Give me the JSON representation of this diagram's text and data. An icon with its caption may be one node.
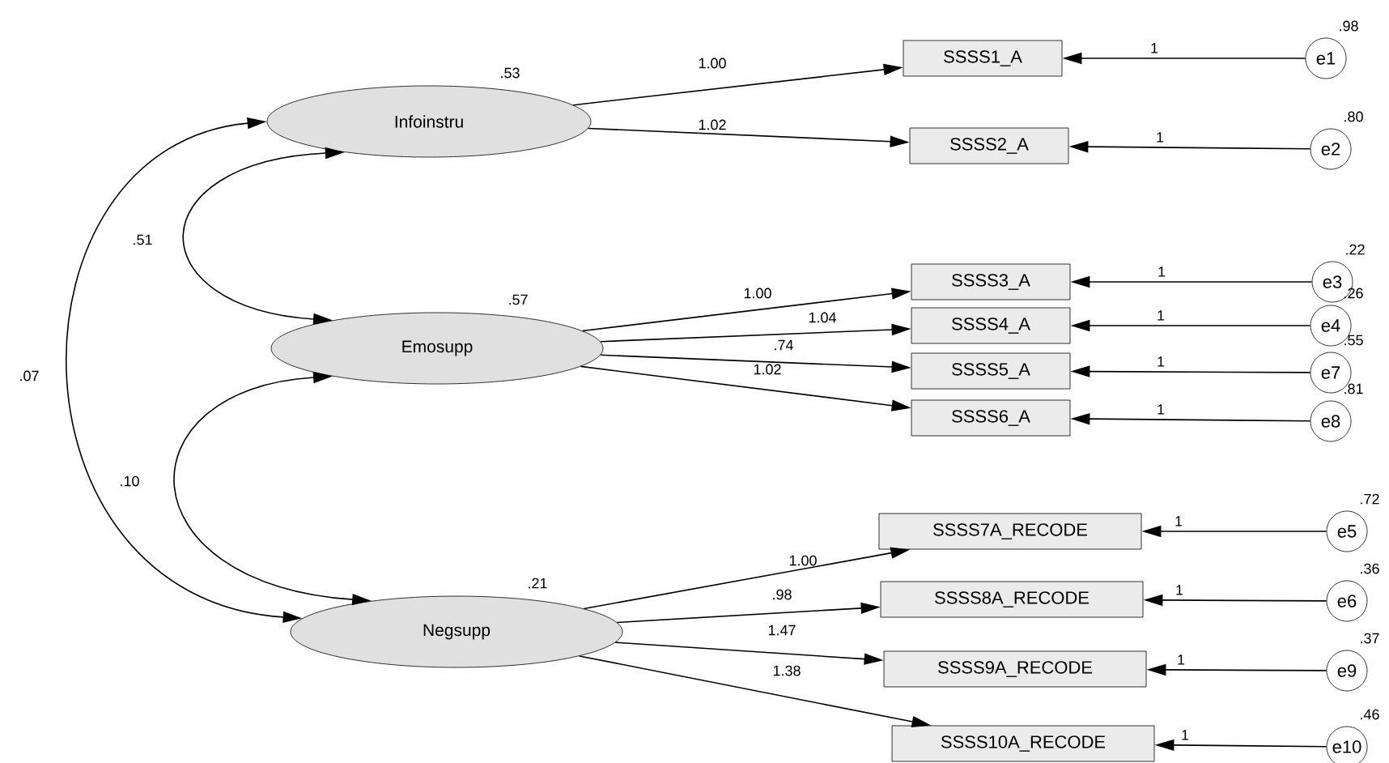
{
  "diagram": {
    "nodes": [
      {
        "text": [
          "Infoinstru"
        ],
        "beside": [
          ".53"
        ]
      },
      {
        "text": [
          "Emosupp"
        ],
        "beside": [
          ".57"
        ]
      },
      {
        "text": [
          "Negsupp"
        ],
        "beside": [
          ".21"
        ]
      },
      {
        "text": [
          "SSSS1_A"
        ]
      },
      {
        "text": [
          "SSSS2_A"
        ]
      },
      {
        "text": [
          "SSSS3_A"
        ]
      },
      {
        "text": [
          "SSSS4_A"
        ]
      },
      {
        "text": [
          "SSSS5_A"
        ]
      },
      {
        "text": [
          "SSSS6_A"
        ]
      },
      {
        "text": [
          "SSSS7A_RECODE"
        ]
      },
      {
        "text": [
          "SSSS8A_RECODE"
        ]
      },
      {
        "text": [
          "SSSS9A_RECODE"
        ]
      },
      {
        "text": [
          "SSSS10A_RECODE"
        ]
      },
      {
        "text": [
          "e1"
        ],
        "beside": [
          ".98"
        ]
      },
      {
        "text": [
          "e2"
        ],
        "beside": [
          ".80"
        ]
      },
      {
        "text": [
          "e3"
        ],
        "beside": [
          ".22"
        ]
      },
      {
        "text": [
          "e4"
        ],
        "beside": [
          ".26"
        ]
      },
      {
        "text": [
          "e7"
        ],
        "beside": [
          ".55"
        ]
      },
      {
        "text": [
          "e8"
        ],
        "beside": [
          ".81"
        ]
      },
      {
        "text": [
          "e5"
        ],
        "beside": [
          ".72"
        ]
      },
      {
        "text": [
          "e6"
        ],
        "beside": [
          ".36"
        ]
      },
      {
        "text": [
          "e9"
        ],
        "beside": [
          ".37"
        ]
      },
      {
        "text": [
          "e10"
        ],
        "beside": [
          ".46"
        ]
      }
    ],
    "edges": [
      {
        "from": 0,
        "to": 1,
        "arrow": "both",
        "label": ".51"
      },
      {
        "from": 0,
        "to": 2,
        "arrow": "both",
        "label": ".07"
      },
      {
        "from": 1,
        "to": 2,
        "arrow": "both",
        "label": ".10"
      },
      {
        "from": 0,
        "to": 3,
        "arrow": "to",
        "label": "1.00"
      },
      {
        "from": 0,
        "to": 4,
        "arrow": "to",
        "label": "1.02"
      },
      {
        "from": 1,
        "to": 5,
        "arrow": "to",
        "label": "1.00"
      },
      {
        "from": 1,
        "to": 6,
        "arrow": "to",
        "label": "1.04"
      },
      {
        "from": 1,
        "to": 7,
        "arrow": "to",
        "label": ".74"
      },
      {
        "from": 1,
        "to": 8,
        "arrow": "to",
        "label": "1.02"
      },
      {
        "from": 2,
        "to": 9,
        "arrow": "to",
        "label": "1.00"
      },
      {
        "from": 2,
        "to": 10,
        "arrow": "to",
        "label": ".98"
      },
      {
        "from": 2,
        "to": 11,
        "arrow": "to",
        "label": "1.47"
      },
      {
        "from": 2,
        "to": 12,
        "arrow": "to",
        "label": "1.38"
      },
      {
        "from": 13,
        "to": 3,
        "arrow": "to",
        "label": "1"
      },
      {
        "from": 14,
        "to": 4,
        "arrow": "to",
        "label": "1"
      },
      {
        "from": 15,
        "to": 5,
        "arrow": "to",
        "label": "1"
      },
      {
        "from": 16,
        "to": 6,
        "arrow": "to",
        "label": "1"
      },
      {
        "from": 17,
        "to": 7,
        "arrow": "to",
        "label": "1"
      },
      {
        "from": 18,
        "to": 8,
        "arrow": "to",
        "label": "1"
      },
      {
        "from": 19,
        "to": 9,
        "arrow": "to",
        "label": "1"
      },
      {
        "from": 20,
        "to": 10,
        "arrow": "to",
        "label": "1"
      },
      {
        "from": 21,
        "to": 11,
        "arrow": "to",
        "label": "1"
      },
      {
        "from": 22,
        "to": 12,
        "arrow": "to",
        "label": "1"
      }
    ]
  }
}
